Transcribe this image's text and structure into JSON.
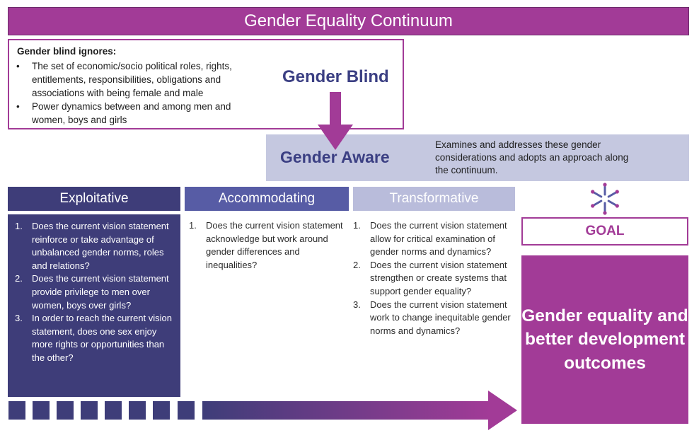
{
  "title": "Gender Equality Continuum",
  "gender_blind": {
    "heading": "Gender blind ignores:",
    "bullets": [
      "The set of economic/socio political roles, rights, entitlements, responsibilities, obligations and associations with being female and male",
      "Power dynamics between and among men and women, boys and girls"
    ],
    "title": "Gender Blind"
  },
  "gender_aware": {
    "title": "Gender Aware",
    "description": "Examines and addresses these gender considerations and adopts an approach along the continuum."
  },
  "categories": [
    {
      "label": "Exploitative",
      "questions": [
        "Does the current vision statement reinforce or take advantage of unbalanced gender norms, roles and relations?",
        "Does the current vision statement provide privilege to men over women, boys over girls?",
        "In order to reach the current vision statement, does one sex enjoy more rights or opportunities than the other?"
      ]
    },
    {
      "label": "Accommodating",
      "questions": [
        "Does the current vision statement acknowledge but work around gender differences and inequalities?"
      ]
    },
    {
      "label": "Transformative",
      "questions": [
        "Does the current vision statement allow for critical examination of gender norms and dynamics?",
        "Does the current vision statement strengthen or create systems that support gender equality?",
        "Does the current vision statement work to change inequitable gender norms and dynamics?"
      ]
    }
  ],
  "goal": {
    "label": "GOAL",
    "text": "Gender equality and better development outcomes",
    "icon": "snowflake-icon"
  },
  "colors": {
    "purple": "#a23b97",
    "navy": "#3e3d79",
    "indigo": "#575ca5",
    "lavender": "#b9bcdb",
    "aware_band": "#c5c8e0",
    "blind_text": "#3b3f83"
  }
}
